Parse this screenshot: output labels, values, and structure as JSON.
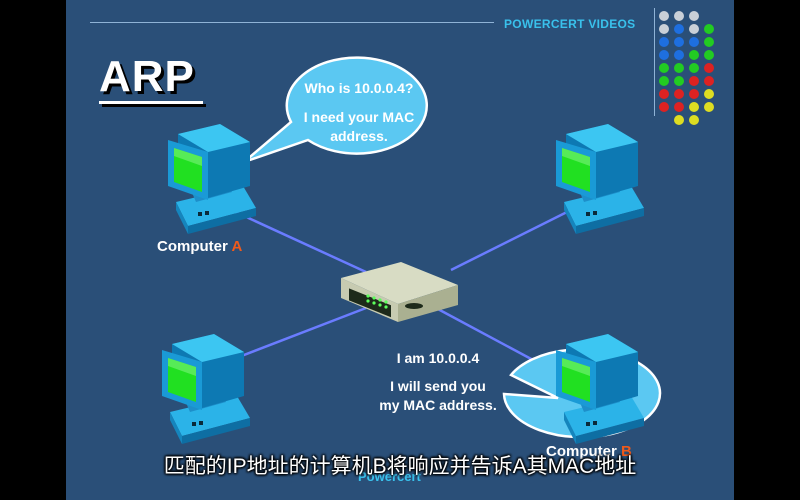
{
  "header": {
    "brand": "POWERCERT VIDEOS"
  },
  "title": "ARP",
  "computer_a": {
    "label": "Computer ",
    "letter": "A"
  },
  "computer_b": {
    "label": "Computer ",
    "letter": "B"
  },
  "bubble_a": {
    "line1": "Who is 10.0.0.4?",
    "line2": "I need your MAC",
    "line3": "address."
  },
  "bubble_b": {
    "line1": "I am 10.0.0.4",
    "line2": "I will send you",
    "line3": "my MAC address."
  },
  "footer": {
    "brand": "Powercert"
  },
  "subtitle": "匹配的IP地址的计算机B将响应并告诉A其MAC地址",
  "colors": {
    "background": "#2a4f78",
    "accent": "#39c1ec",
    "highlight": "#ef5a1b",
    "bubble": "#5bc8f2",
    "screen": "#22dd22"
  }
}
